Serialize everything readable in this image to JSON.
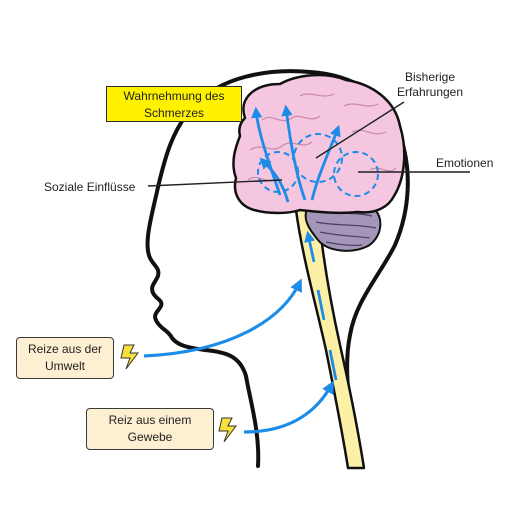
{
  "labels": {
    "wahrnehmung": "Wahrnehmung des Schmerzes",
    "bisherige": "Bisherige Erfahrungen",
    "emotionen": "Emotionen",
    "soziale": "Soziale Einflüsse",
    "reize_umwelt": "Reize aus der Umwelt",
    "reiz_gewebe": "Reiz aus einem Gewebe"
  },
  "colors": {
    "brain": "#f5c6df",
    "cerebellum": "#a496b8",
    "spinal_cord": "#fbf0a6",
    "arrow": "#1c8ce8",
    "highlight_box": "#fff200",
    "stimulus_box": "#fdf0d2",
    "lightning": "#f7e13a"
  },
  "icons": [
    "lightning-icon",
    "arrow-icon"
  ]
}
